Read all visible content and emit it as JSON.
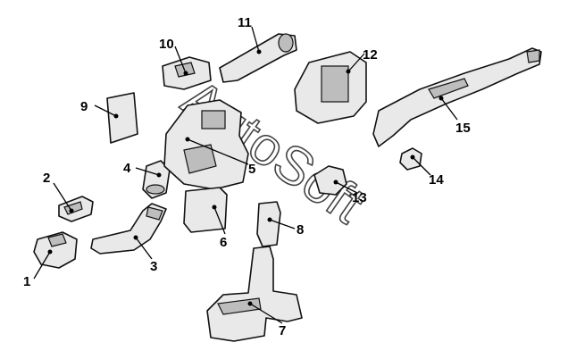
{
  "labels": [
    "1",
    "2",
    "3",
    "4",
    "5",
    "6",
    "7",
    "8",
    "9",
    "10",
    "11",
    "12",
    "13",
    "14",
    "15"
  ],
  "watermark": "AutoSoft"
}
